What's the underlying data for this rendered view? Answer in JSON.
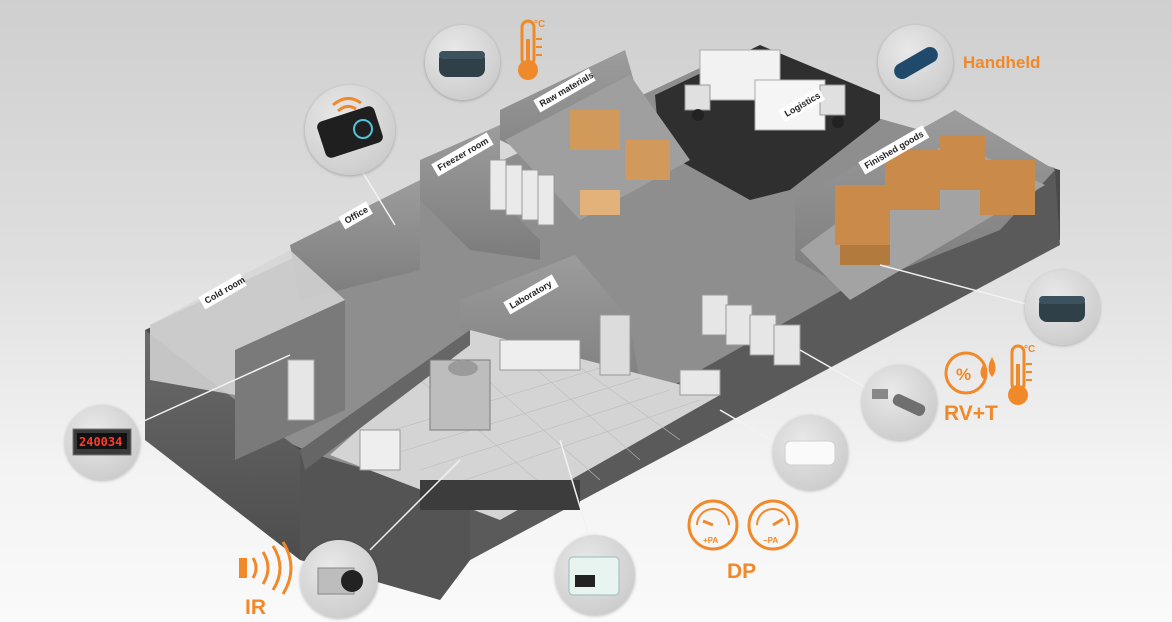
{
  "labels": {
    "handheld": "Handheld",
    "rv_t": "RV+T",
    "dp": "DP",
    "ir": "IR"
  },
  "rooms": {
    "raw_materials": "Raw materials",
    "logistics": "Logistics",
    "freezer_room": "Freezer room",
    "office": "Office",
    "finished_goods": "Finished goods",
    "cold_room": "Cold room",
    "laboratory": "Laboratory"
  },
  "gauges": {
    "plus_pa": "+PA",
    "minus_pa": "−PA"
  },
  "units": {
    "celsius_top": "°C",
    "celsius_right": "°C",
    "percent": "%"
  },
  "display": {
    "value": "240034"
  },
  "colors": {
    "accent": "#f0892a",
    "floor": "#8e8e8e",
    "wall": "#5b5b5b",
    "wall_light": "#a9a9a9"
  },
  "icons": {
    "thermometer": "thermometer-icon",
    "ir_waves": "ir-waves-icon",
    "humidity": "humidity-icon",
    "gauge": "pressure-gauge-icon"
  }
}
